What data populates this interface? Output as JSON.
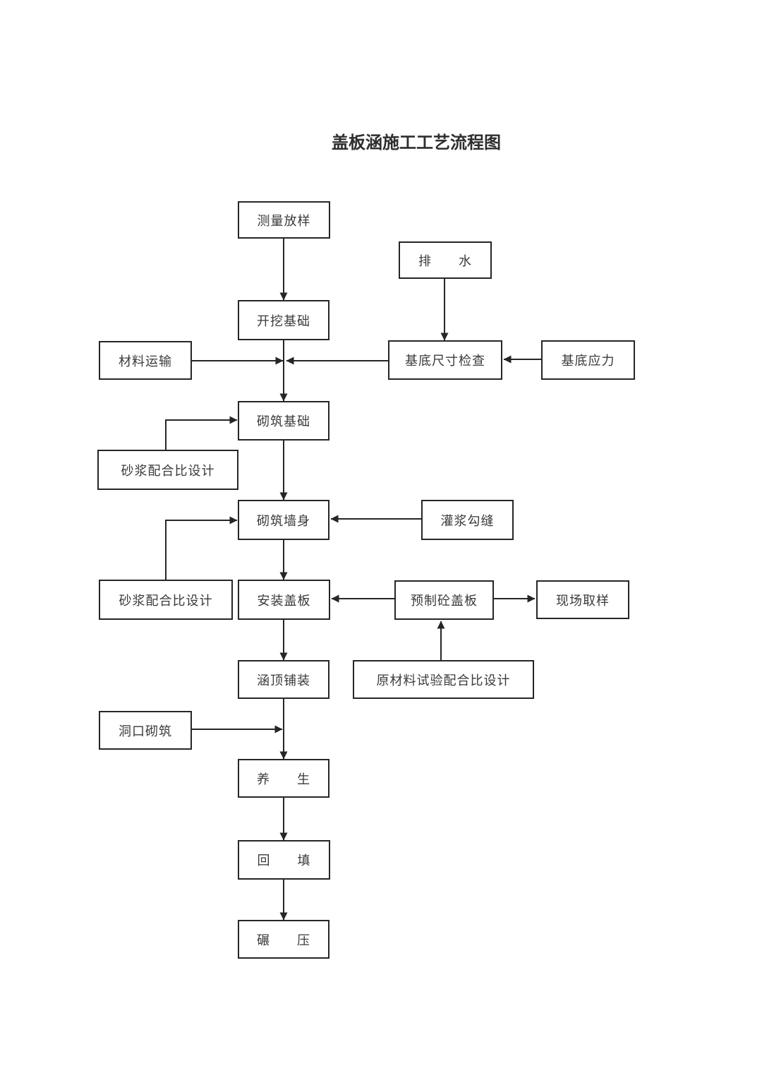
{
  "title": "盖板涵施工工艺流程图",
  "diagram": {
    "type": "flowchart",
    "nodes": [
      {
        "id": "survey",
        "label": "测量放样"
      },
      {
        "id": "drainage",
        "label": "排　　水"
      },
      {
        "id": "excavate",
        "label": "开挖基础"
      },
      {
        "id": "material-transport",
        "label": "材料运输"
      },
      {
        "id": "base-dim-check",
        "label": "基底尺寸检查"
      },
      {
        "id": "base-stress",
        "label": "基底应力"
      },
      {
        "id": "masonry-foundation",
        "label": "砌筑基础"
      },
      {
        "id": "mortar-mix-1",
        "label": "砂浆配合比设计"
      },
      {
        "id": "masonry-wall",
        "label": "砌筑墙身"
      },
      {
        "id": "grouting",
        "label": "灌浆勾缝"
      },
      {
        "id": "mortar-mix-2",
        "label": "砂浆配合比设计"
      },
      {
        "id": "install-slab",
        "label": "安装盖板"
      },
      {
        "id": "precast-slab",
        "label": "预制砼盖板"
      },
      {
        "id": "site-sampling",
        "label": "现场取样"
      },
      {
        "id": "culvert-top-paving",
        "label": "涵顶铺装"
      },
      {
        "id": "raw-material-mix",
        "label": "原材料试验配合比设计"
      },
      {
        "id": "portal-masonry",
        "label": "洞口砌筑"
      },
      {
        "id": "curing",
        "label": "养　　生"
      },
      {
        "id": "backfill",
        "label": "回　　填"
      },
      {
        "id": "rolling",
        "label": "碾　　压"
      }
    ],
    "edges": [
      {
        "from": "survey",
        "to": "excavate"
      },
      {
        "from": "drainage",
        "to": "base-dim-check"
      },
      {
        "from": "excavate",
        "to": "masonry-foundation"
      },
      {
        "from": "material-transport",
        "to": "masonry-foundation"
      },
      {
        "from": "base-dim-check",
        "to": "masonry-foundation"
      },
      {
        "from": "base-stress",
        "to": "base-dim-check"
      },
      {
        "from": "mortar-mix-1",
        "to": "masonry-foundation"
      },
      {
        "from": "masonry-foundation",
        "to": "masonry-wall"
      },
      {
        "from": "grouting",
        "to": "masonry-wall"
      },
      {
        "from": "mortar-mix-2",
        "to": "masonry-wall"
      },
      {
        "from": "masonry-wall",
        "to": "install-slab"
      },
      {
        "from": "precast-slab",
        "to": "install-slab"
      },
      {
        "from": "precast-slab",
        "to": "site-sampling"
      },
      {
        "from": "raw-material-mix",
        "to": "precast-slab"
      },
      {
        "from": "install-slab",
        "to": "culvert-top-paving"
      },
      {
        "from": "culvert-top-paving",
        "to": "curing"
      },
      {
        "from": "portal-masonry",
        "to": "curing"
      },
      {
        "from": "curing",
        "to": "backfill"
      },
      {
        "from": "backfill",
        "to": "rolling"
      }
    ],
    "colors": {
      "line": "#262626",
      "text": "#3a3a3a",
      "background": "#ffffff"
    }
  }
}
